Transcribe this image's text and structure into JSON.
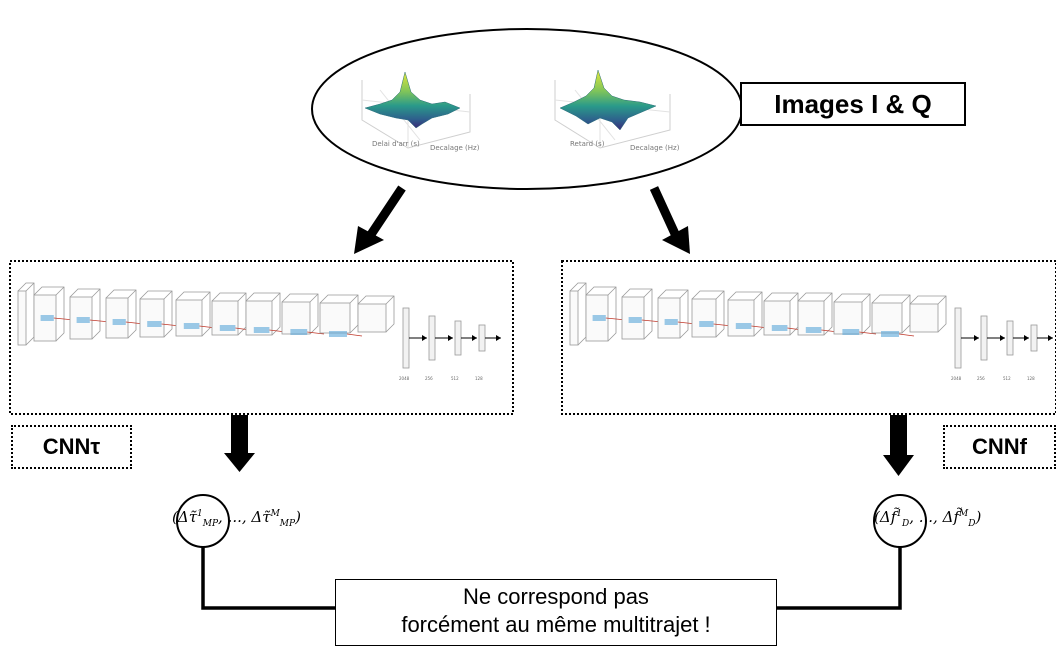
{
  "images_box": {
    "label": "Images I & Q"
  },
  "left_cnn": {
    "label": "CNNτ",
    "layer_sizes": [
      "2048",
      "256",
      "512",
      "128"
    ],
    "formula": {
      "delta": "Δ",
      "symbol": "τ̃",
      "first_sup": "1",
      "last_sup": "M",
      "sub": "MP"
    }
  },
  "right_cnn": {
    "label": "CNNf",
    "layer_sizes": [
      "2048",
      "256",
      "512",
      "128"
    ],
    "formula": {
      "delta": "Δ",
      "symbol": "f̃",
      "first_sup": "1",
      "last_sup": "M",
      "sub": "D"
    }
  },
  "note": {
    "line1": "Ne correspond pas",
    "line2": "forcément au même multitrajet !"
  },
  "colors": {
    "surface_high": "#d4e33a",
    "surface_mid": "#2a9a8a",
    "surface_low": "#3b2a78",
    "connector": "#c0392b",
    "feature": "#5aa7d8"
  }
}
